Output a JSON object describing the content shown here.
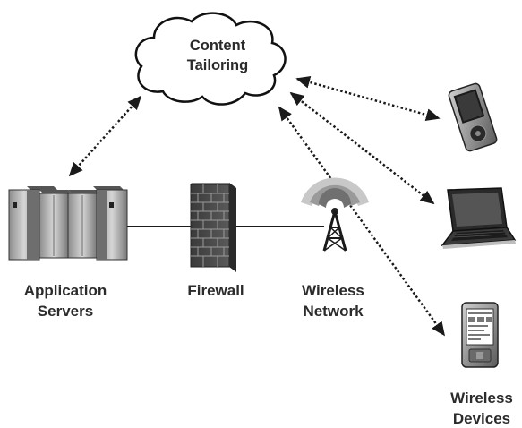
{
  "cloud": {
    "line1": "Content",
    "line2": "Tailoring"
  },
  "labels": {
    "app_servers_1": "Application",
    "app_servers_2": "Servers",
    "firewall": "Firewall",
    "wireless_network_1": "Wireless",
    "wireless_network_2": "Network",
    "wireless_devices_1": "Wireless",
    "wireless_devices_2": "Devices"
  },
  "icons": {
    "cloud": "cloud-icon",
    "servers": "server-rack-icon",
    "firewall": "brick-wall-icon",
    "antenna": "radio-tower-icon",
    "media_player": "media-player-icon",
    "laptop": "laptop-icon",
    "pda": "pda-icon"
  },
  "colors": {
    "connector": "#1a1a1a",
    "label": "#2b2b2b"
  }
}
